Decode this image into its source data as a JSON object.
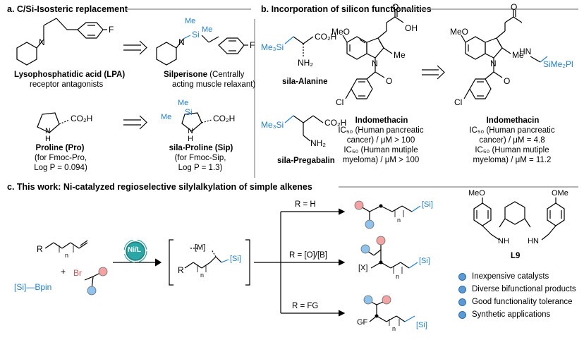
{
  "panel_a": {
    "title": "a. C/Si-Isosteric replacement",
    "lpa_name": "Lysophosphatidic acid (LPA)",
    "lpa_sub": "receptor antagonists",
    "silp_name": "Silperisone",
    "silp_desc1": "(Centrally",
    "silp_desc2": "acting muscle relaxant)",
    "pro_name": "Proline (Pro)",
    "pro_l2": "(for Fmoc-Pro,",
    "pro_l3": "Log P = 0.094)",
    "sip_name": "sila-Proline (Sip)",
    "sip_l2": "(for Fmoc-Sip,",
    "sip_l3": "Log P = 1.3)",
    "atoms": {
      "F": "F",
      "N": "N",
      "Si": "Si",
      "Me": "Me",
      "CO2H": "CO₂H",
      "H": "H"
    }
  },
  "panel_b": {
    "title": "b. Incorporation of silicon functionalities",
    "sala_name": "sila-Alanine",
    "spreg_name": "sila-Pregabalin",
    "indo_name1": "Indomethacin",
    "indo1_l1": "IC₅₀ (Human pancreatic",
    "indo1_l2": "cancer) / μM > 100",
    "indo1_l3": "IC₅₀ (Human mutiple",
    "indo1_l4": "myeloma) / μM > 100",
    "indo_name2": "Indomethacin",
    "indo2_l1": "IC₅₀ (Human pancreatic",
    "indo2_l2": "cancer) / μM = 4.8",
    "indo2_l3": "IC₅₀ (Human mutiple",
    "indo2_l4": "myeloma) / μM = 11.2",
    "atoms": {
      "Me3Si": "Me₃Si",
      "CO2H": "CO₂H",
      "NH2": "NH₂",
      "MeO": "MeO",
      "OH": "OH",
      "O": "O",
      "N": "N",
      "Me": "Me",
      "Cl": "Cl",
      "HN": "HN",
      "SiMe2Pl": "SiMe₂Pl"
    }
  },
  "panel_c": {
    "title": "c. This work: Ni-catalyzed regioselective silylalkylation of  simple alkenes",
    "reagent_si_bpin": "[Si]—Bpin",
    "plus": "+",
    "Br": "Br",
    "R": "R",
    "n": "n",
    "catalyst": "Ni/L",
    "M": "[M]",
    "Si": "[Si]",
    "X": "[X]",
    "GF": "GF",
    "cond1": "R = H",
    "cond2": "R = [O]/[B]",
    "cond3": "R = FG",
    "ligand_name": "L9",
    "ligand_MeO": "MeO",
    "ligand_OMe": "OMe",
    "ligand_NH": "NH",
    "ligand_HN": "HN",
    "bullets": [
      "Inexpensive catalysts",
      "Diverse bifunctional products",
      "Good functionality tolerance",
      "Synthetic applications"
    ],
    "colors": {
      "red": "#f4a3a3",
      "blue": "#8ec3ee",
      "si_blue": "#1f7fd6",
      "teal": "#2aa6a6"
    }
  }
}
